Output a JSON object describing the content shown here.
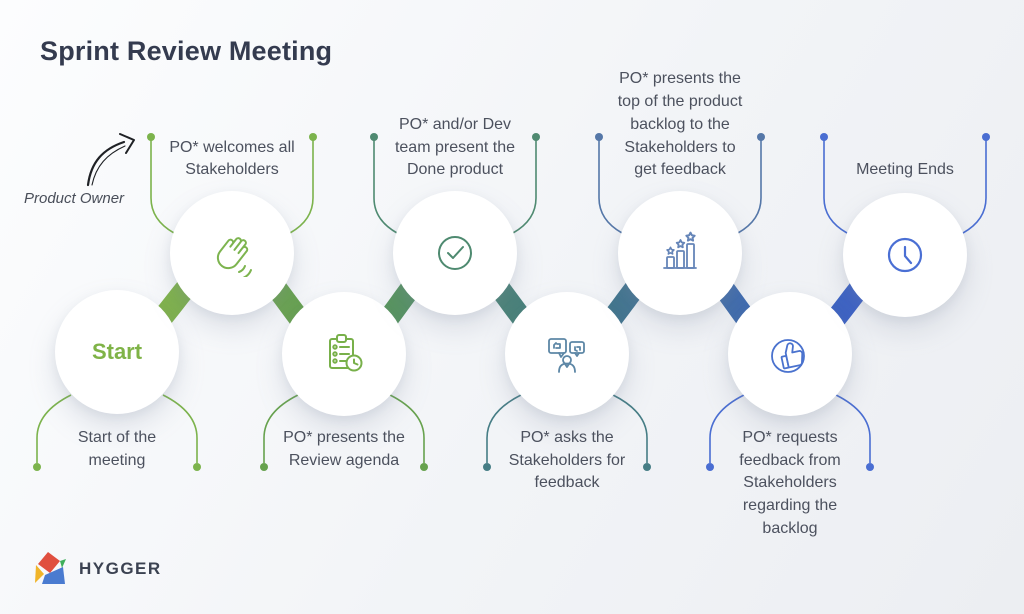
{
  "title": "Sprint Review Meeting",
  "annotation": {
    "label": "Product Owner"
  },
  "steps": [
    {
      "id": 1,
      "position": "bottom",
      "circle_text": "Start",
      "icon": null,
      "label": "Start of the\nmeeting",
      "color": "#7cb34c",
      "icon_color": "#7fb347"
    },
    {
      "id": 2,
      "position": "top",
      "icon": "waving-hand-icon",
      "label": "PO* welcomes all\nStakeholders",
      "color": "#7cb34c",
      "icon_color": "#7db44f"
    },
    {
      "id": 3,
      "position": "bottom",
      "icon": "agenda-clipboard-icon",
      "label": "PO* presents the\nReview agenda",
      "color": "#67a24e",
      "icon_color": "#78b04a"
    },
    {
      "id": 4,
      "position": "top",
      "icon": "done-check-icon",
      "label": "PO* and/or Dev\nteam present the\nDone product",
      "color": "#4f8a71",
      "icon_color": "#4e8a70"
    },
    {
      "id": 5,
      "position": "bottom",
      "icon": "feedback-discussion-icon",
      "label": "PO* asks the\nStakeholders for\nfeedback",
      "color": "#467d85",
      "icon_color": "#5d87a6"
    },
    {
      "id": 6,
      "position": "top",
      "icon": "backlog-chart-stars-icon",
      "label": "PO* presents the\ntop of the product\nbacklog to the\nStakeholders to\nget feedback",
      "color": "#5577a8",
      "icon_color": "#6585b8"
    },
    {
      "id": 7,
      "position": "bottom",
      "icon": "thumbs-up-icon",
      "label": "PO* requests\nfeedback from\nStakeholders\nregarding the\nbacklog",
      "color": "#4a6ed2",
      "icon_color": "#4a72ce"
    },
    {
      "id": 8,
      "position": "top",
      "icon": "clock-icon",
      "label": "Meeting Ends",
      "color": "#4a6ed2",
      "icon_color": "#4a6fd4"
    }
  ],
  "logo": {
    "text": "HYGGER"
  },
  "colors": {
    "background": "#f1f3f6",
    "title": "#343b4f",
    "label_text": "#4c515e",
    "ribbon_start": "#8aba4d",
    "ribbon_end": "#3a5ccd",
    "arrow": "#1f2125",
    "logo_red": "#e04f3f",
    "logo_yellow": "#f0b429",
    "logo_blue": "#4a7bd0",
    "logo_green": "#3faf5a"
  }
}
